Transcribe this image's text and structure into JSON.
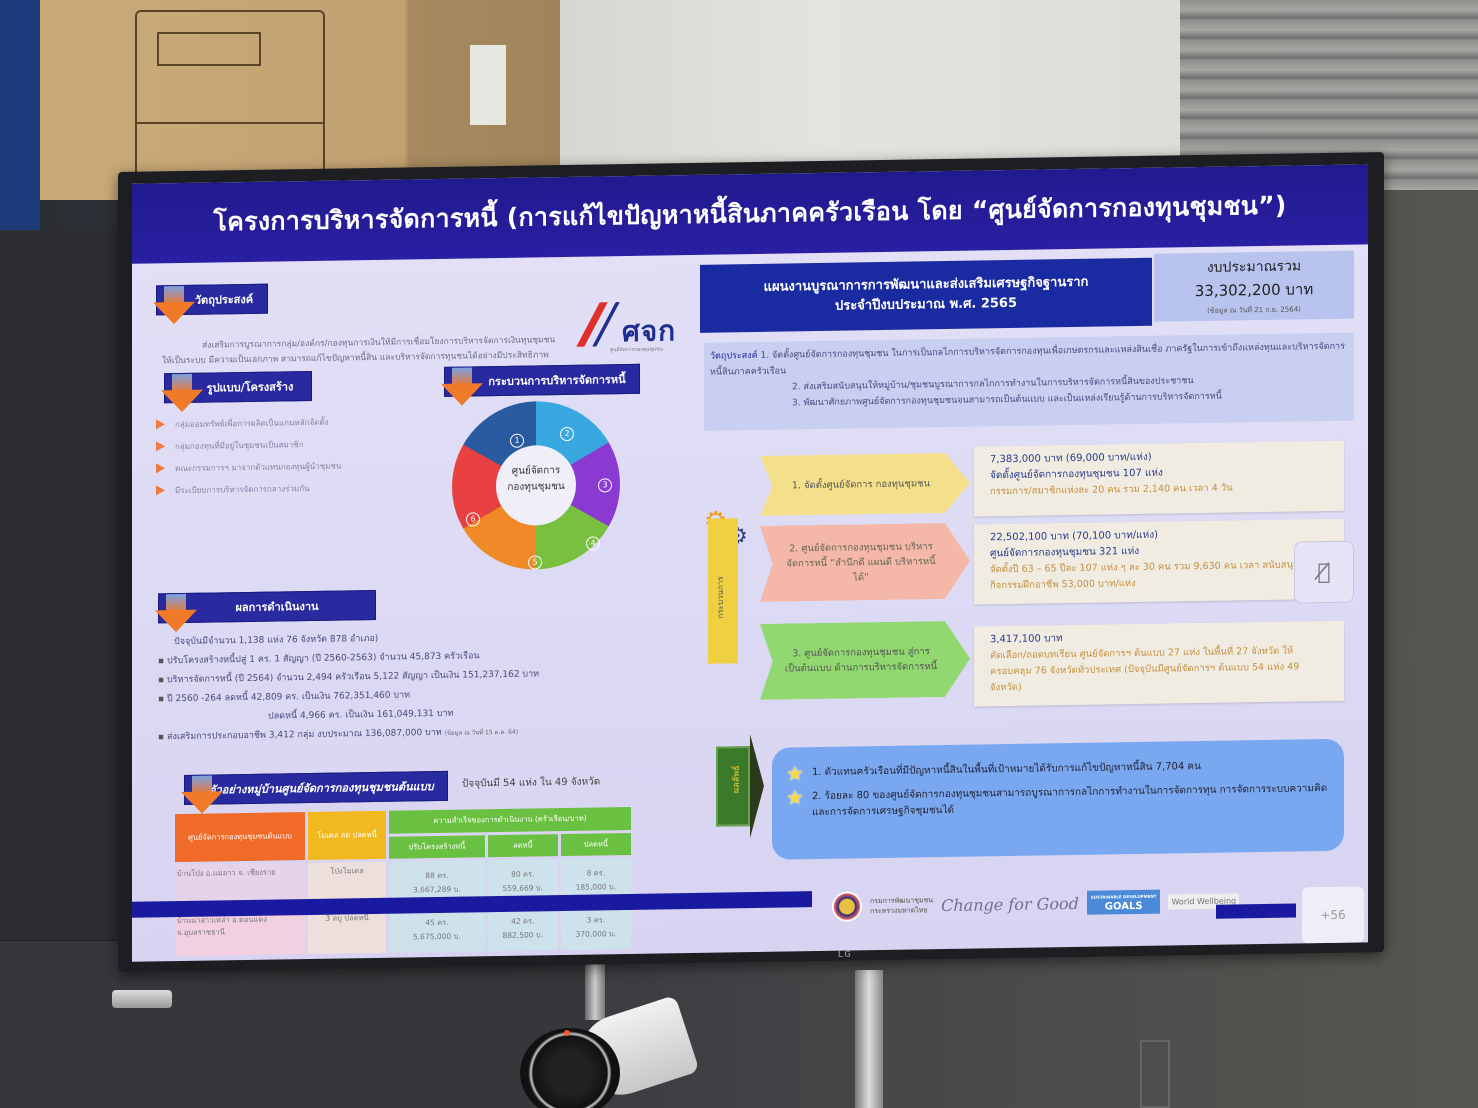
{
  "slide": {
    "title": "โครงการบริหารจัดการหนี้ (การแก้ไขปัญหาหนี้สินภาคครัวเรือน โดย “ศูนย์จัดการกองทุนชุมชน”)",
    "logo": {
      "text": "ศจก",
      "subtitle": "ศูนย์จัดการกองทุนชุมชน"
    },
    "left": {
      "objective": {
        "header": "วัตถุประสงค์",
        "text": "ส่งเสริมการบูรณาการกลุ่ม/องค์กร/กองทุนการเงินให้มีการเชื่อมโยงการบริหารจัดการเงินทุนชุมชนให้เป็นระบบ มีความเป็นเอกภาพ สามารถแก้ไขปัญหาหนี้สิน และบริหารจัดการทุนชนได้อย่างมีประสิทธิภาพ"
      },
      "structure": {
        "header": "รูปแบบ/โครงสร้าง",
        "items": [
          "กลุ่มออมทรัพย์เพื่อการผลิตเป็นแกนหลักจัดตั้ง",
          "กลุ่มกองทุนที่มีอยู่ในชุมชนเป็นสมาชิก",
          "คณะกรรมการฯ มาจากตัวแทนกองทุนผู้นำชุมชน",
          "มีระเบียบการบริหารจัดการกลางร่วมกัน"
        ]
      },
      "process": {
        "header": "กระบวนการบริหารจัดการหนี้",
        "center": [
          "ศูนย์จัดการ",
          "กองทุนชุมชน"
        ],
        "steps": [
          "1",
          "2",
          "3",
          "4",
          "5",
          "6"
        ]
      },
      "results": {
        "header": "ผลการดำเนินงาน",
        "lead": "ปัจจุบันมีจำนวน 1,138 แห่ง 76 จังหวัด 878 อำเภอ)",
        "items": [
          "ปรับโครงสร้างหนี้ปสู่ 1 คร. 1 สัญญา (ปี 2560-2563) จำนวน 45,873 ครัวเรือน",
          "บริหารจัดการหนี้ (ปี 2564) จำนวน 2,494 ครัวเรือน 5,122 สัญญา เป็นเงิน 151,237,162 บาท",
          "ปี 2560 -264 ลดหนี้ 42,809 คร. เป็นเงิน 762,351,460 บาท"
        ],
        "indent_line": "ปลดหนี้ 4,966 คร. เป็นเงิน 161,049,131 บาท",
        "last_item": "ส่งเสริมการประกอบอาชีพ 3,412 กลุ่ม งบประมาณ 136,087,000 บาท",
        "last_note": "(ข้อมูล ณ วันที่ 15 ต.ค. 64)"
      },
      "example": {
        "header": "ตัวอย่างหมู่บ้านศูนย์จัดการกองทุนชุมชนต้นแบบ",
        "note": "ปัจจุบันมี 54 แห่ง ใน 49 จังหวัด",
        "columns": {
          "center": "ศูนย์จัดการกองทุนชุมชนต้นแบบ",
          "model": "โมเดล ลด ปลดหนี้",
          "success": "ความสำเร็จของการดำเนินงาน (ครัวเรือน/บาท)",
          "restructure": "ปรับโครงสร้างหนี้",
          "reduce": "ลดหนี้",
          "clear": "ปลดหนี้"
        },
        "rows": [
          {
            "center": "บ้านโป่ง อ.แม่ลาว จ. เชียงราย",
            "model": "โป่งโมเดล",
            "restructure_hh": "88 คร.",
            "restructure_amt": "3,667,289 บ.",
            "reduce_hh": "80 คร.",
            "reduce_amt": "559,669 บ.",
            "clear_hh": "8 คร.",
            "clear_amt": "185,000 บ."
          },
          {
            "center": "บ้านนาสาวเหล่า อ.ดอนแดง จ.อุบลราชธานี",
            "model": "3 ลบู ปลดหนี้",
            "restructure_hh": "45 คร.",
            "restructure_amt": "5,675,000 บ.",
            "reduce_hh": "42 คร.",
            "reduce_amt": "882,500 บ.",
            "clear_hh": "3 คร.",
            "clear_amt": "370,000 บ."
          }
        ]
      }
    },
    "right": {
      "plan_title": [
        "แผนงานบูรณาการการพัฒนาและส่งเสริมเศรษฐกิจฐานราก",
        "ประจำปีงบประมาณ พ.ศ. 2565"
      ],
      "budget": {
        "label": "งบประมาณรวม",
        "amount": "33,302,200 บาท",
        "note": "(ข้อมูล ณ วันที่ 21 ก.ย. 2564)"
      },
      "objective": {
        "label": "วัตถุประสงค์",
        "line1": "1. จัดตั้งศูนย์จัดการกองทุนชุมชน ในการเป็นกลไกการบริหารจัดการกองทุนเพื่อเกษตรกรและแหล่งสินเชื่อ ภาครัฐในการเข้าถึงแหล่งทุนและบริหารจัดการหนี้สินภาคครัวเรือน",
        "line2": "2. ส่งเสริมสนับสนุนให้หมู่บ้าน/ชุมชนบูรณาการกลไกการทำงานในการบริหารจัดการหนี้สินของประชาชน",
        "line3": "3. พัฒนาศักยภาพศูนย์จัดการกองทุนชุมชนจนสามารถเป็นต้นแบบ และเป็นแหล่งเรียนรู้ด้านการบริหารจัดการหนี้"
      },
      "process_label": "กระบวนการ",
      "steps": [
        {
          "label": "1. จัดตั้งศูนย์จัดการ กองทุนชุมชน",
          "main": "7,383,000 บาท (69,000 บาท/แห่ง)",
          "main2": "จัดตั้งศูนย์จัดการกองทุนชุมชน 107 แห่ง",
          "sub": "กรรมการ/สมาชิกแห่งละ 20 คน รวม 2,140 คน เวลา 4 วัน"
        },
        {
          "label": "2. ศูนย์จัดการกองทุนชุมชน บริหารจัดการหนี้ “สำนึกดี แผนดี บริหารหนี้ได้”",
          "main": "22,502,100 บาท (70,100 บาท/แห่ง)",
          "main2": "ศูนย์จัดการกองทุนชุมชน 321 แห่ง",
          "sub": "จัดตั้งปี 63 – 65 ปีละ 107 แห่ง ๆ ละ 30 คน รวม 9,630 คน เวลา สนับสนุนกิจกรรมฝึกอาชีพ 53,000 บาท/แห่ง"
        },
        {
          "label": "3. ศูนย์จัดการกองทุนชุมชน สู่การเป็นต้นแบบ ด้านการบริหารจัดการหนี้",
          "main": "3,417,100 บาท",
          "main2": "",
          "sub": "คัดเลือก/ถอดบทเรียน ศูนย์จัดการฯ ต้นแบบ 27 แห่ง ในพื้นที่ 27 จังหวัด ให้ครอบคลุม 76 จังหวัดทั่วประเทศ (ปัจจุบันมีศูนย์จัดการฯ ต้นแบบ 54 แห่ง 49 จังหวัด)"
        }
      ],
      "outcome_label": "ผลลัพธ์",
      "outcomes": [
        "1. ตัวแทนครัวเรือนที่มีปัญหาหนี้สินในพื้นที่เป้าหมายได้รับการแก้ไขปัญหาหนี้สิน 7,704 คน",
        "2. ร้อยละ 80 ของศูนย์จัดการกองทุนชุมชนสามารถบูรณาการกลไกการทำงานในการจัดการทุน การจัดการระบบความคิด และการจัดการเศรษฐกิจชุมชนได้"
      ]
    },
    "footer": {
      "ministry": [
        "กรมการพัฒนาชุมชน",
        "กระทรวงมหาดไทย"
      ],
      "slogan": "Change for Good",
      "sdg": {
        "top": "SUSTAINABLE DEVELOPMENT",
        "main": "GOALS"
      },
      "wwd": "World Wellbeing"
    },
    "slide_number": "+56"
  },
  "monitor": {
    "brand": "LG"
  },
  "colors": {
    "title_bg": "#2a1fa3",
    "section_header": "#2a2aa0",
    "arrow_orange": "#f07a28",
    "slide_bg": "#dcd9f4",
    "outcome_bg": "#7aa8f0"
  }
}
